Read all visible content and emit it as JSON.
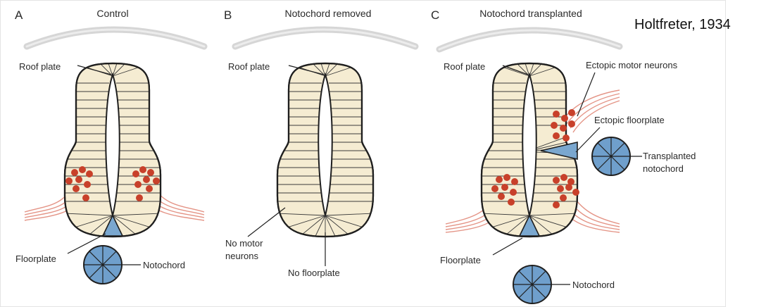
{
  "attribution": "Holtfreter, 1934",
  "colors": {
    "tissue_fill": "#f5ecd2",
    "outline": "#1f1f1f",
    "neuron_red": "#c8402a",
    "axon_pink": "#e49486",
    "floorplate_blue": "#7aa7cf",
    "notochord_blue": "#6f9fcc",
    "ectoderm_gray": "#d6d6d6"
  },
  "panels": [
    {
      "letter": "A",
      "title": "Control",
      "labels": {
        "roof_plate": "Roof plate",
        "floorplate": "Floorplate",
        "notochord": "Notochord"
      }
    },
    {
      "letter": "B",
      "title": "Notochord removed",
      "labels": {
        "roof_plate": "Roof plate",
        "no_motor_line1": "No motor",
        "no_motor_line2": "neurons",
        "no_floorplate": "No floorplate"
      }
    },
    {
      "letter": "C",
      "title": "Notochord transplanted",
      "labels": {
        "roof_plate": "Roof plate",
        "ectopic_motor_neurons": "Ectopic motor neurons",
        "ectopic_floorplate": "Ectopic floorplate",
        "transplanted_line1": "Transplanted",
        "transplanted_line2": "notochord",
        "floorplate": "Floorplate",
        "notochord": "Notochord"
      }
    }
  ]
}
